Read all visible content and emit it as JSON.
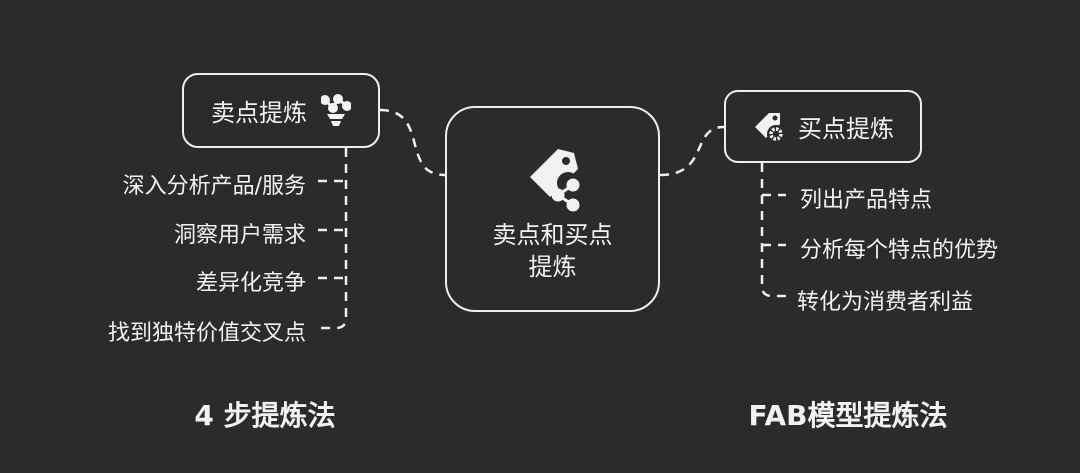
{
  "center": {
    "title_line1": "卖点和买点",
    "title_line2": "提炼",
    "icon": "tag-share-icon"
  },
  "left": {
    "title": "卖点提炼",
    "icon": "funnel-nodes-icon",
    "items": [
      "深入分析产品/服务",
      "洞察用户需求",
      "差异化竞争",
      "找到独特价值交叉点"
    ],
    "caption": "4 步提炼法"
  },
  "right": {
    "title": "买点提炼",
    "icon": "tag-gear-icon",
    "items": [
      "列出产品特点",
      "分析每个特点的优势",
      "转化为消费者利益"
    ],
    "caption": "FAB模型提炼法"
  }
}
